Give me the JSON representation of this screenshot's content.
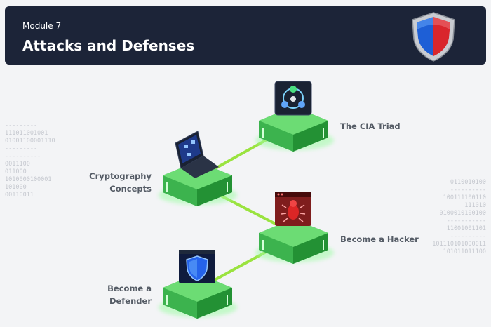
{
  "header": {
    "module_label": "Module 7",
    "title": "Attacks and Defenses"
  },
  "nodes": {
    "crypto": "Cryptography\nConcepts",
    "cia": "The CIA Triad",
    "hacker": "Become a Hacker",
    "defender": "Become a\nDefender"
  },
  "binary": {
    "left": "---------\n111011001001\n01001100001110\n---------\n----------\n0011100\n011000\n1010000100001\n101000\n00110011",
    "right": "0110010100\n----------\n100111100110\n111010\n0100010100100\n-----------\n11001001101\n----------\n101110101000011\n101011011100"
  },
  "colors": {
    "header_bg": "#1c2438",
    "platform_top": "#5fd36a",
    "connector": "#9ae33f",
    "glow": "#9dfca4",
    "shield_blue": "#1e5fd6",
    "shield_red": "#d9262c"
  },
  "icons": {
    "logo": "shield-icon",
    "cia": "cia-triad-icon",
    "crypto": "laptop-lock-icon",
    "hacker": "bug-icon",
    "defender": "shield-icon"
  }
}
